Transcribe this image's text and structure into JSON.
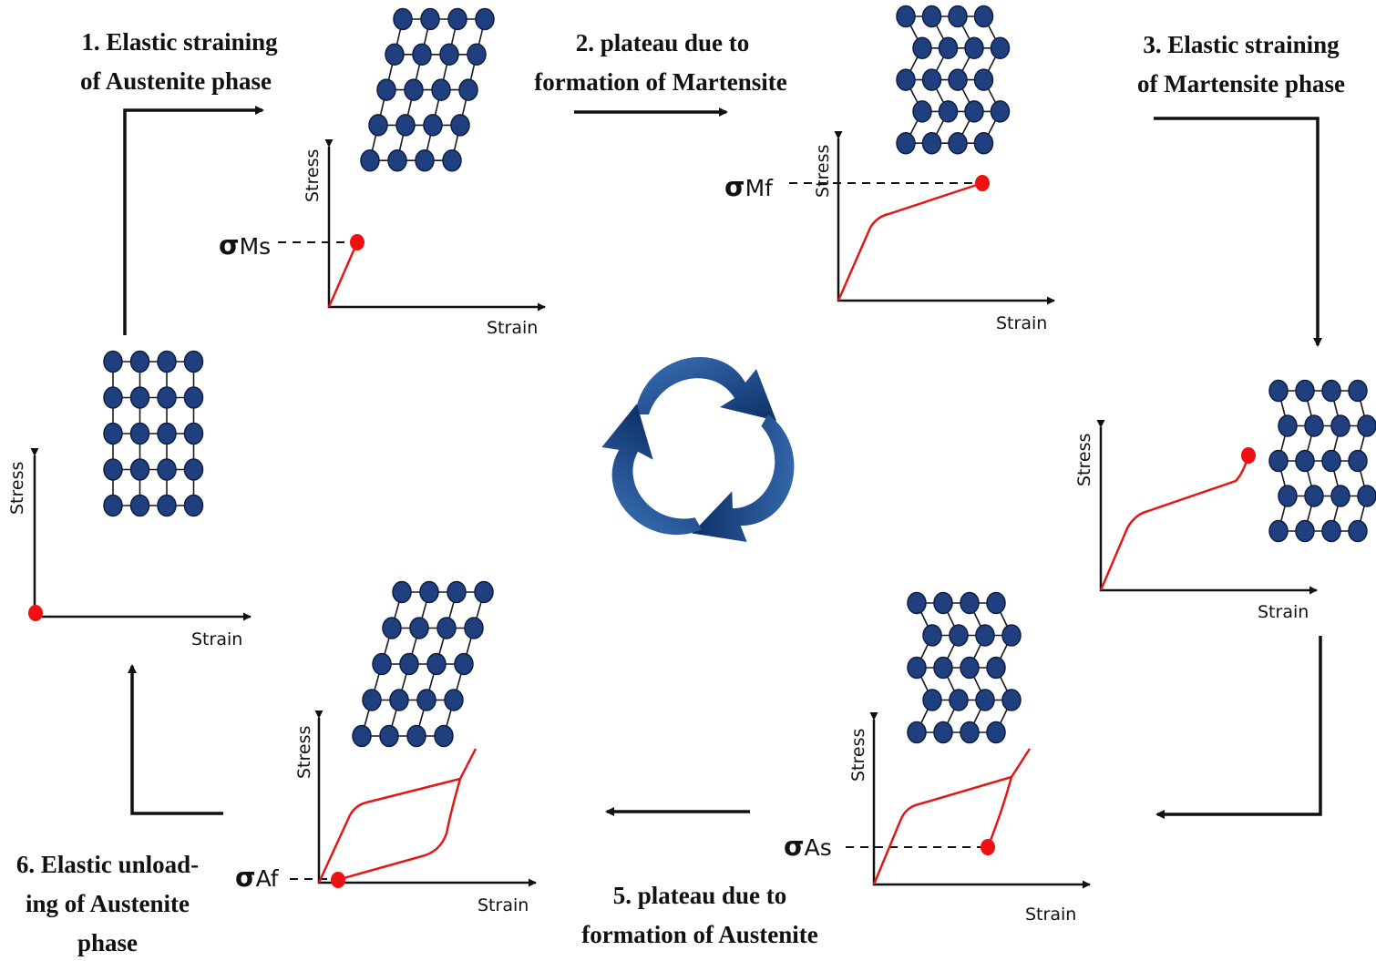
{
  "colors": {
    "atom": "#1f3f7f",
    "atom_edge": "#0d1f44",
    "bond": "#1a1a1a",
    "curve": "#e01818",
    "point": "#ee1111",
    "arrow": "#111111",
    "cycle_dark": "#0e2f66",
    "cycle_light": "#3a72b8"
  },
  "stages": [
    {
      "line1": "1. Elastic straining",
      "line2": "of Austenite phase"
    },
    {
      "line1": "2. plateau due to",
      "line2": "formation of Martensite"
    },
    {
      "line1": "3. Elastic straining",
      "line2": "of Martensite phase"
    },
    {
      "line1": "5. plateau due to",
      "line2": "formation of Austenite"
    },
    {
      "line1": "6. Elastic unload-",
      "line2": "ing of Austenite",
      "line3": "phase"
    }
  ],
  "axes": {
    "x": "Strain",
    "y": "Stress"
  },
  "stress_markers": {
    "sigma": "σ",
    "ms": "Ms",
    "mf": "Mf",
    "as": "As",
    "af": "Af"
  },
  "lattices": {
    "austenite": "square-lattice",
    "martensite": "sheared-lattice",
    "martensite_twinned": "zigzag-lattice"
  },
  "cycle_icon": "cycle-arrows-icon"
}
